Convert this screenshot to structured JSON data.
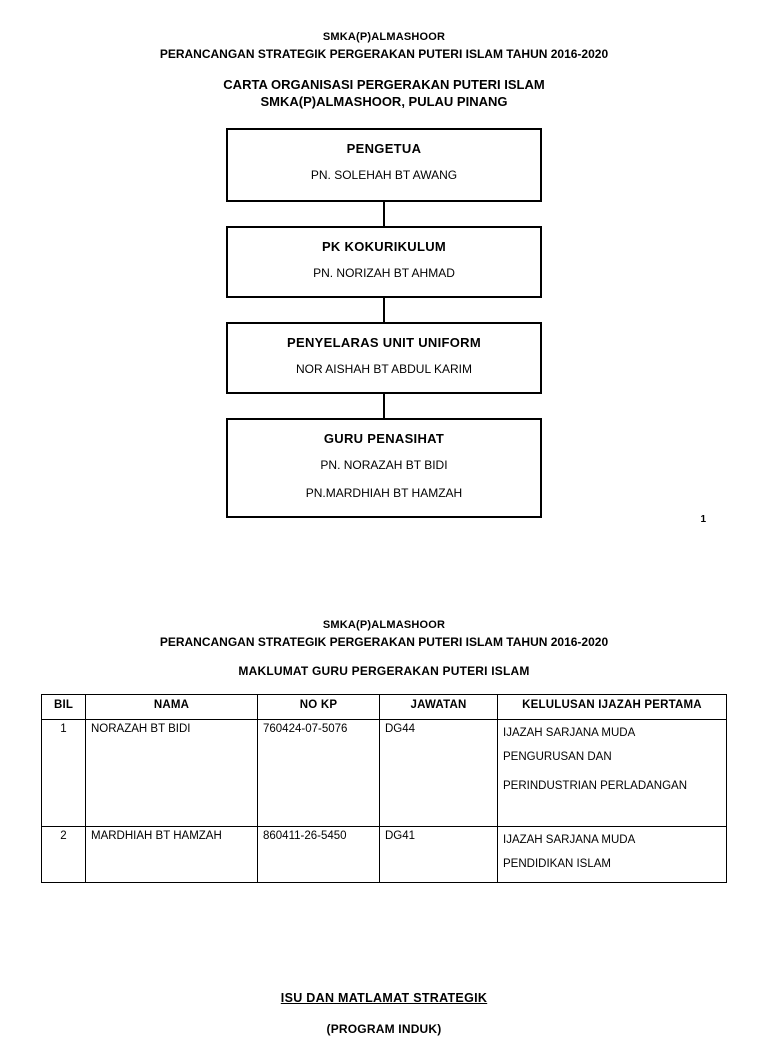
{
  "header": {
    "school": "SMKA(P)ALMASHOOR",
    "plan_line": "PERANCANGAN STRATEGIK PERGERAKAN PUTERI ISLAM TAHUN 2016-2020",
    "chart_title_1": "CARTA ORGANISASI PERGERAKAN PUTERI ISLAM",
    "chart_title_2": "SMKA(P)ALMASHOOR, PULAU PINANG"
  },
  "org_chart": {
    "boxes": [
      {
        "role": "PENGETUA",
        "people": [
          "PN. SOLEHAH BT AWANG"
        ]
      },
      {
        "role": "PK KOKURIKULUM",
        "people": [
          "PN. NORIZAH BT AHMAD"
        ]
      },
      {
        "role": "PENYELARAS UNIT UNIFORM",
        "people": [
          "NOR AISHAH BT ABDUL KARIM"
        ]
      },
      {
        "role": "GURU PENASIHAT",
        "people": [
          "PN. NORAZAH BT BIDI",
          "PN.MARDHIAH BT HAMZAH"
        ]
      }
    ]
  },
  "page_number": "1",
  "section2": {
    "school": "SMKA(P)ALMASHOOR",
    "plan_line": "PERANCANGAN STRATEGIK PERGERAKAN PUTERI ISLAM TAHUN 2016-2020",
    "title": "MAKLUMAT GURU PERGERAKAN PUTERI ISLAM"
  },
  "table": {
    "columns": [
      "BIL",
      "NAMA",
      "NO KP",
      "JAWATAN",
      "KELULUSAN IJAZAH PERTAMA"
    ],
    "rows": [
      {
        "bil": "1",
        "nama": "NORAZAH BT BIDI",
        "no_kp": "760424-07-5076",
        "jawatan": "DG44",
        "kelulusan": [
          "IJAZAH SARJANA MUDA",
          "PENGURUSAN DAN",
          "PERINDUSTRIAN PERLADANGAN"
        ]
      },
      {
        "bil": "2",
        "nama": "MARDHIAH BT HAMZAH",
        "no_kp": "860411-26-5450",
        "jawatan": "DG41",
        "kelulusan": [
          "IJAZAH SARJANA MUDA",
          "PENDIDIKAN ISLAM"
        ]
      }
    ]
  },
  "bottom": {
    "title": "ISU DAN MATLAMAT STRATEGIK",
    "subtitle": "(PROGRAM INDUK)"
  }
}
